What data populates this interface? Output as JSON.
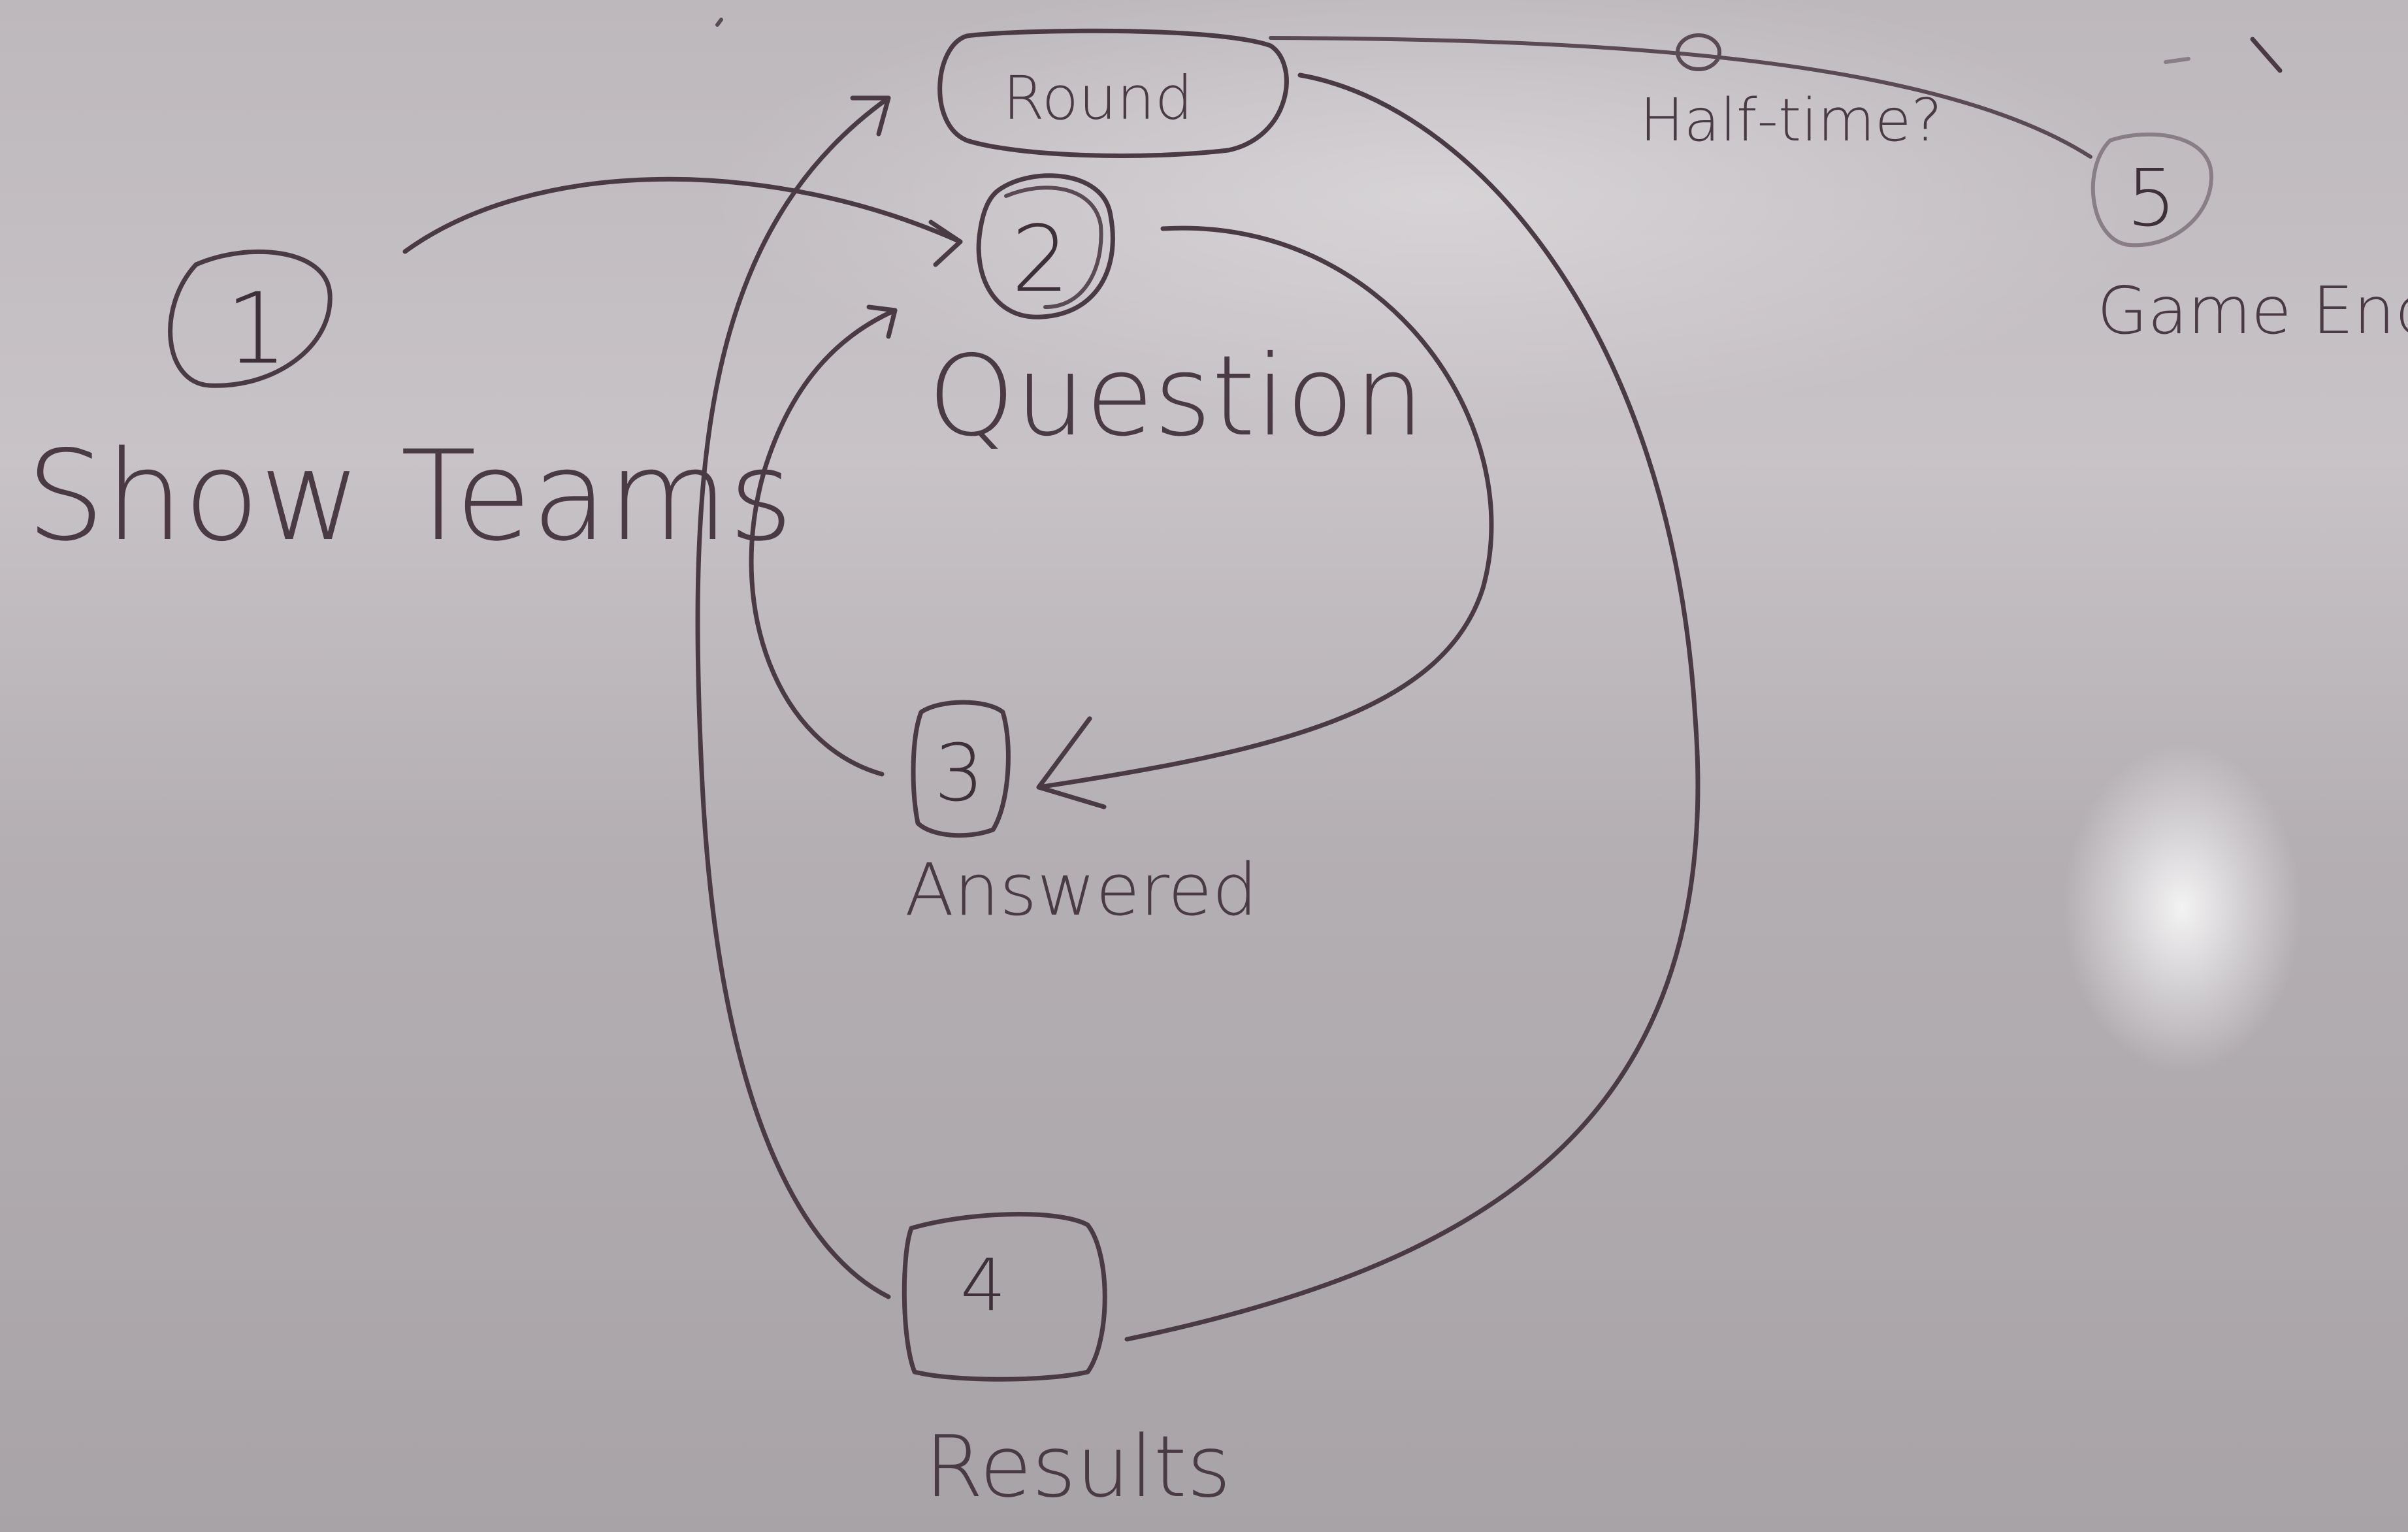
{
  "nodes": {
    "round": {
      "label": "Round"
    },
    "show_teams": {
      "number": "1",
      "label": "Show Teams"
    },
    "question": {
      "number": "2",
      "label": "Question"
    },
    "answered": {
      "number": "3",
      "label": "Answered"
    },
    "results": {
      "number": "4",
      "label": "Results"
    },
    "game_end": {
      "number": "5",
      "label": "Game End"
    }
  },
  "edges": {
    "half_time": {
      "label": "Half-time?"
    }
  },
  "colors": {
    "ink": "#4a3a44",
    "board": "#bdb8bc"
  }
}
